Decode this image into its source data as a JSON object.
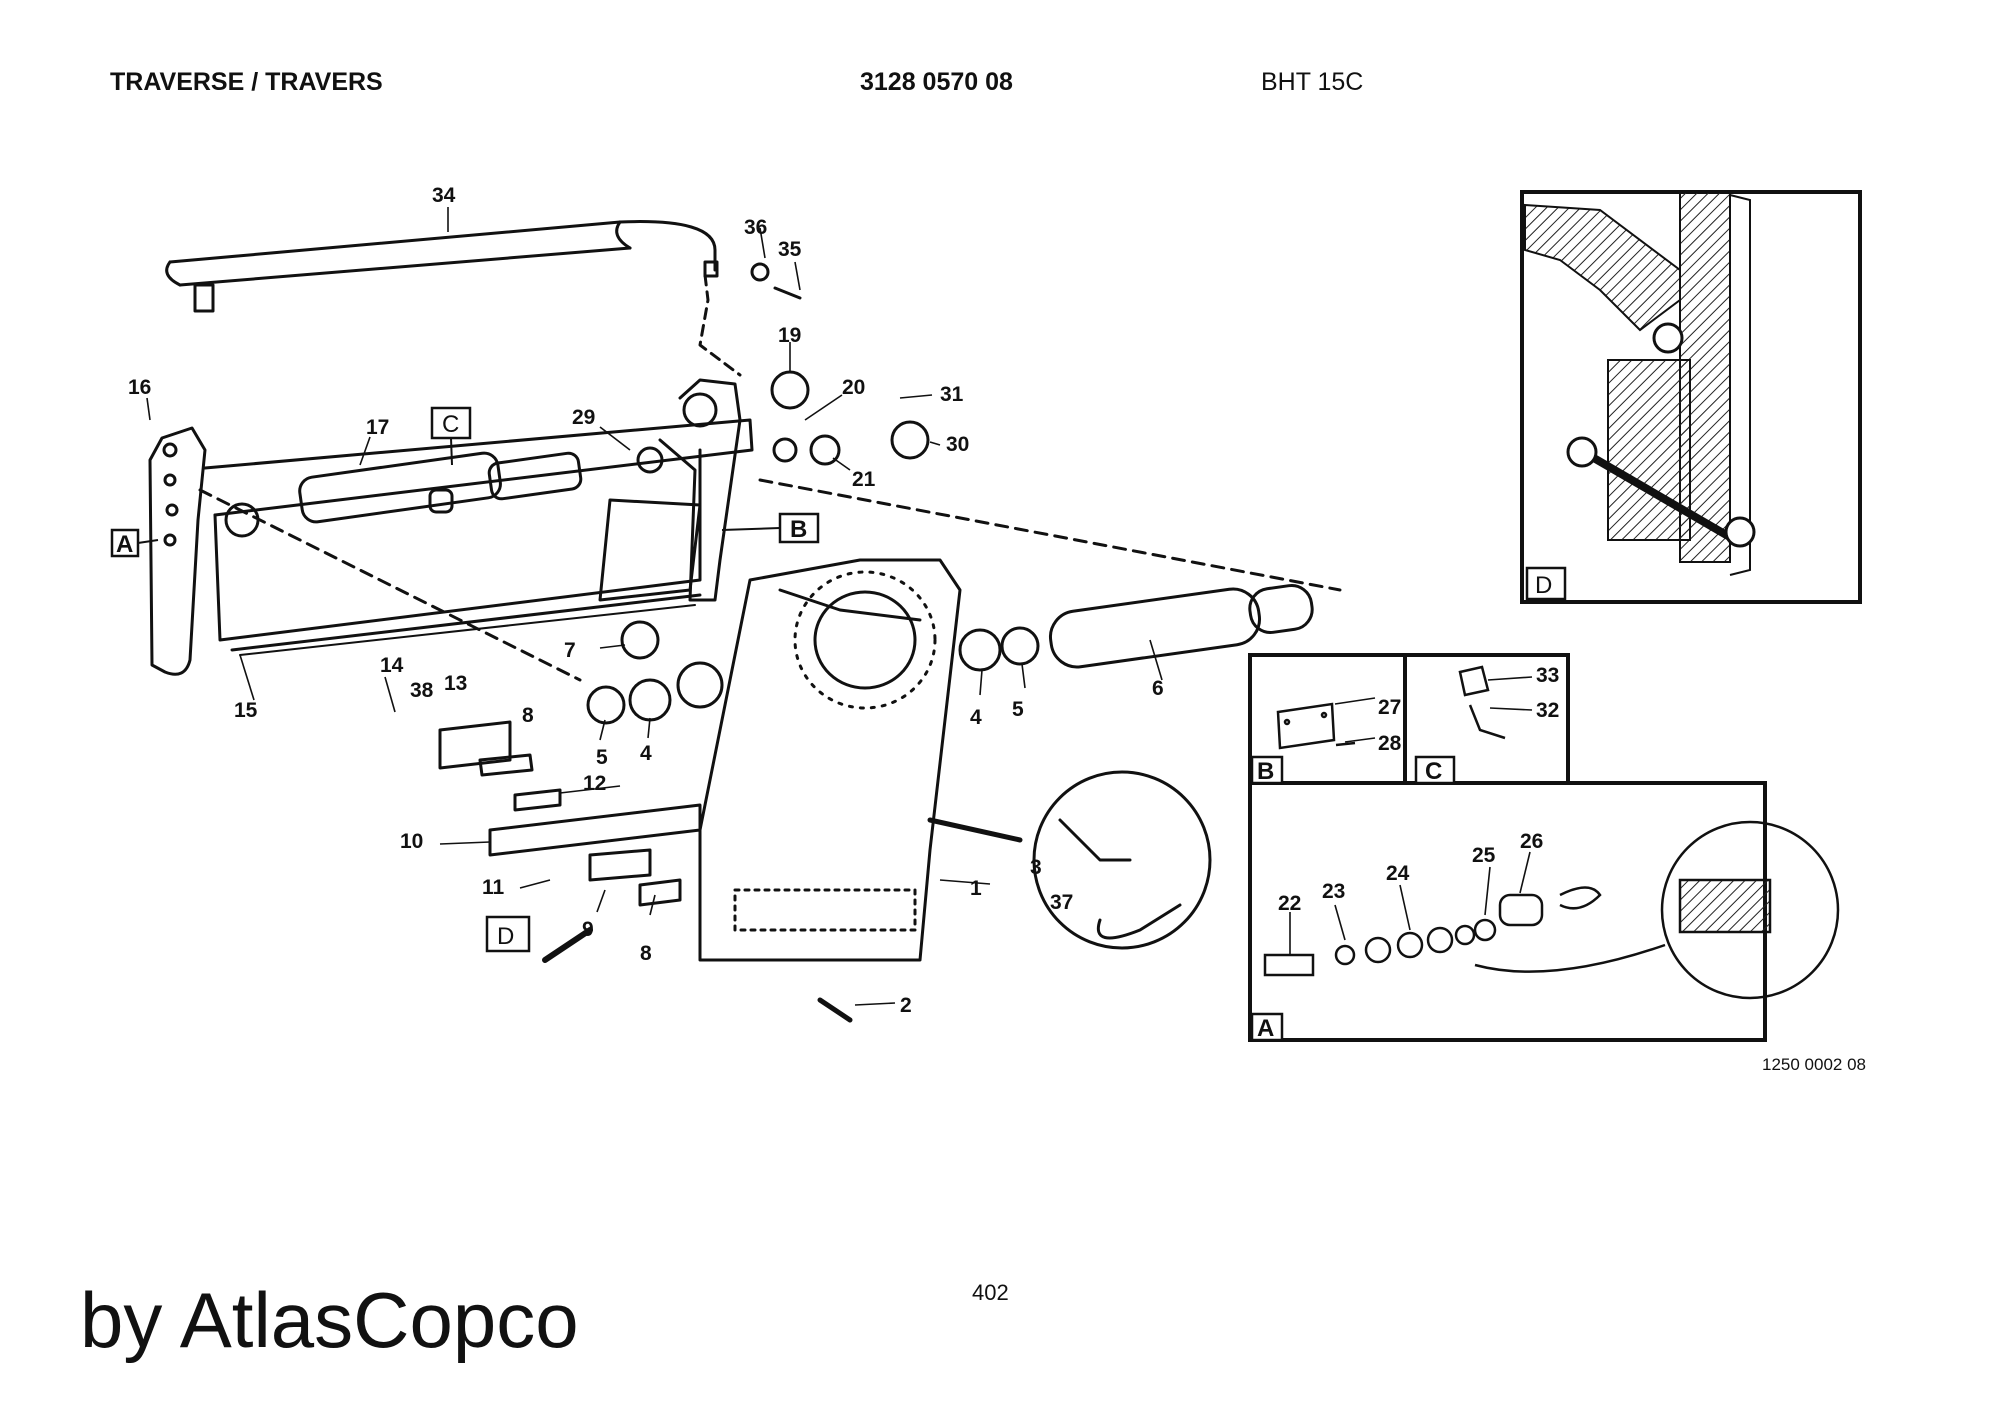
{
  "header": {
    "title": "TRAVERSE / TRAVERS",
    "document_number": "3128 0570 08",
    "model": "BHT 15C"
  },
  "figure_reference": "1250 0002 08",
  "page_number": "402",
  "brand": "by AtlasCopco",
  "detail_tags": [
    "A",
    "B",
    "C",
    "D"
  ],
  "part_numbers": [
    "1",
    "2",
    "3",
    "4",
    "4",
    "5",
    "5",
    "6",
    "7",
    "8",
    "8",
    "9",
    "10",
    "11",
    "12",
    "13",
    "14",
    "15",
    "16",
    "17",
    "19",
    "20",
    "21",
    "22",
    "23",
    "24",
    "25",
    "26",
    "27",
    "28",
    "29",
    "30",
    "31",
    "32",
    "33",
    "34",
    "35",
    "36",
    "37",
    "38"
  ]
}
